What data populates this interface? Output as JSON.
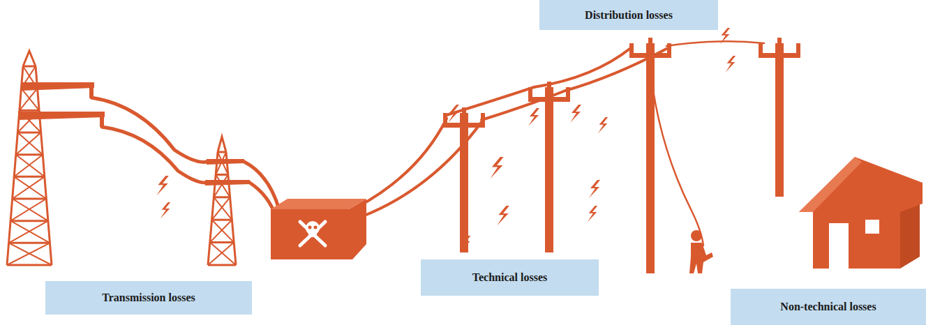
{
  "diagram": {
    "nodes": [
      {
        "text": [
          "Distribution losses"
        ]
      },
      {
        "text": [
          "Technical losses"
        ]
      },
      {
        "text": [
          "Transmission losses"
        ]
      },
      {
        "text": [
          "Non-technical losses"
        ]
      }
    ]
  }
}
